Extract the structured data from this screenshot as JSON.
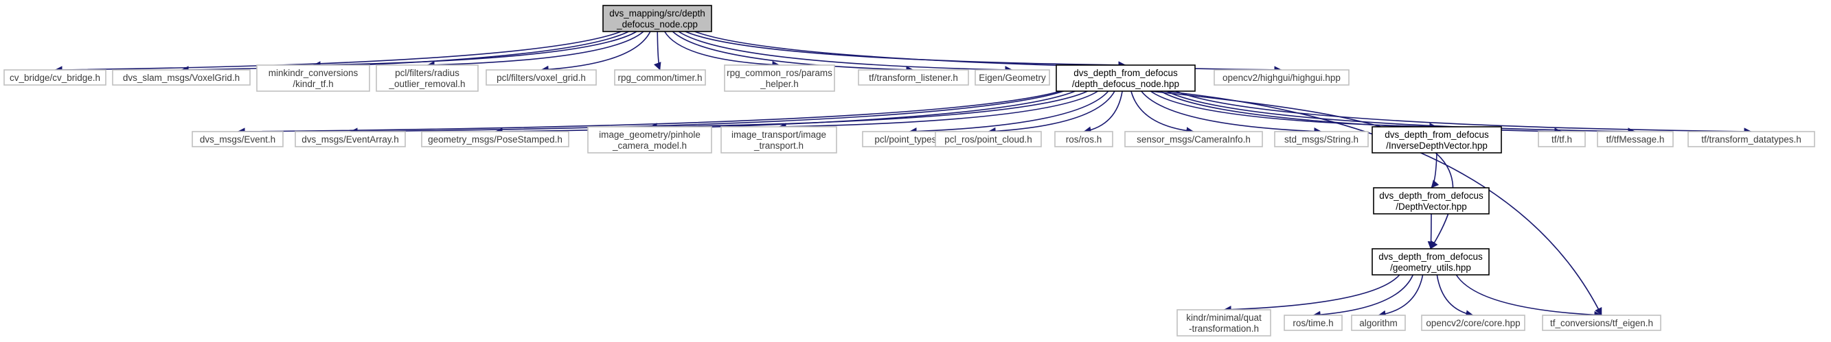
{
  "diagram": {
    "title": "",
    "colors": {
      "edge": "#191970",
      "root_fill": "#bfbfbf",
      "box_border_dark": "#000000",
      "box_border_light": "#bfbfbf",
      "text": "#3a3a3a"
    },
    "nodes": [
      {
        "id": "root",
        "lines": [
          "dvs_mapping/src/depth",
          "_defocus_node.cpp"
        ],
        "style": "root"
      },
      {
        "id": "cv_bridge",
        "lines": [
          "cv_bridge/cv_bridge.h"
        ],
        "style": "gray"
      },
      {
        "id": "voxelgrid",
        "lines": [
          "dvs_slam_msgs/VoxelGrid.h"
        ],
        "style": "gray"
      },
      {
        "id": "minkindr",
        "lines": [
          "minkindr_conversions",
          "/kindr_tf.h"
        ],
        "style": "gray"
      },
      {
        "id": "radius",
        "lines": [
          "pcl/filters/radius",
          "_outlier_removal.h"
        ],
        "style": "gray"
      },
      {
        "id": "voxel_grid",
        "lines": [
          "pcl/filters/voxel_grid.h"
        ],
        "style": "gray"
      },
      {
        "id": "timer",
        "lines": [
          "rpg_common/timer.h"
        ],
        "style": "gray"
      },
      {
        "id": "params",
        "lines": [
          "rpg_common_ros/params",
          "_helper.h"
        ],
        "style": "gray"
      },
      {
        "id": "tflistener",
        "lines": [
          "tf/transform_listener.h"
        ],
        "style": "gray"
      },
      {
        "id": "eigen",
        "lines": [
          "Eigen/Geometry"
        ],
        "style": "gray"
      },
      {
        "id": "node_hpp",
        "lines": [
          "dvs_depth_from_defocus",
          "/depth_defocus_node.hpp"
        ],
        "style": "black"
      },
      {
        "id": "highgui",
        "lines": [
          "opencv2/highgui/highgui.hpp"
        ],
        "style": "gray"
      },
      {
        "id": "event",
        "lines": [
          "dvs_msgs/Event.h"
        ],
        "style": "gray"
      },
      {
        "id": "eventarray",
        "lines": [
          "dvs_msgs/EventArray.h"
        ],
        "style": "gray"
      },
      {
        "id": "posestamped",
        "lines": [
          "geometry_msgs/PoseStamped.h"
        ],
        "style": "gray"
      },
      {
        "id": "pinhole",
        "lines": [
          "image_geometry/pinhole",
          "_camera_model.h"
        ],
        "style": "gray"
      },
      {
        "id": "imgtransport",
        "lines": [
          "image_transport/image",
          "_transport.h"
        ],
        "style": "gray"
      },
      {
        "id": "pointtypes",
        "lines": [
          "pcl/point_types.h"
        ],
        "style": "gray"
      },
      {
        "id": "pointcloud",
        "lines": [
          "pcl_ros/point_cloud.h"
        ],
        "style": "gray"
      },
      {
        "id": "ros",
        "lines": [
          "ros/ros.h"
        ],
        "style": "gray"
      },
      {
        "id": "camerainfo",
        "lines": [
          "sensor_msgs/CameraInfo.h"
        ],
        "style": "gray"
      },
      {
        "id": "stdstring",
        "lines": [
          "std_msgs/String.h"
        ],
        "style": "gray"
      },
      {
        "id": "invdepth",
        "lines": [
          "dvs_depth_from_defocus",
          "/InverseDepthVector.hpp"
        ],
        "style": "black"
      },
      {
        "id": "tf",
        "lines": [
          "tf/tf.h"
        ],
        "style": "gray"
      },
      {
        "id": "tfmessage",
        "lines": [
          "tf/tfMessage.h"
        ],
        "style": "gray"
      },
      {
        "id": "tfdatatypes",
        "lines": [
          "tf/transform_datatypes.h"
        ],
        "style": "gray"
      },
      {
        "id": "depthvec",
        "lines": [
          "dvs_depth_from_defocus",
          "/DepthVector.hpp"
        ],
        "style": "black"
      },
      {
        "id": "geomutils",
        "lines": [
          "dvs_depth_from_defocus",
          "/geometry_utils.hpp"
        ],
        "style": "black"
      },
      {
        "id": "kindrquat",
        "lines": [
          "kindr/minimal/quat",
          "-transformation.h"
        ],
        "style": "gray"
      },
      {
        "id": "rostime",
        "lines": [
          "ros/time.h"
        ],
        "style": "gray"
      },
      {
        "id": "algorithm",
        "lines": [
          "algorithm"
        ],
        "style": "gray"
      },
      {
        "id": "opencvcore",
        "lines": [
          "opencv2/core/core.hpp"
        ],
        "style": "gray"
      },
      {
        "id": "tfeigen",
        "lines": [
          "tf_conversions/tf_eigen.h"
        ],
        "style": "gray"
      }
    ],
    "edges": [
      [
        "root",
        "cv_bridge"
      ],
      [
        "root",
        "voxelgrid"
      ],
      [
        "root",
        "minkindr"
      ],
      [
        "root",
        "radius"
      ],
      [
        "root",
        "voxel_grid"
      ],
      [
        "root",
        "timer"
      ],
      [
        "root",
        "params"
      ],
      [
        "root",
        "tflistener"
      ],
      [
        "root",
        "eigen"
      ],
      [
        "root",
        "node_hpp"
      ],
      [
        "root",
        "highgui"
      ],
      [
        "node_hpp",
        "event"
      ],
      [
        "node_hpp",
        "eventarray"
      ],
      [
        "node_hpp",
        "posestamped"
      ],
      [
        "node_hpp",
        "pinhole"
      ],
      [
        "node_hpp",
        "imgtransport"
      ],
      [
        "node_hpp",
        "pointtypes"
      ],
      [
        "node_hpp",
        "pointcloud"
      ],
      [
        "node_hpp",
        "ros"
      ],
      [
        "node_hpp",
        "camerainfo"
      ],
      [
        "node_hpp",
        "stdstring"
      ],
      [
        "node_hpp",
        "invdepth"
      ],
      [
        "node_hpp",
        "geomutils"
      ],
      [
        "node_hpp",
        "tfeigen"
      ],
      [
        "node_hpp",
        "tf"
      ],
      [
        "node_hpp",
        "tfmessage"
      ],
      [
        "node_hpp",
        "tfdatatypes"
      ],
      [
        "invdepth",
        "depthvec"
      ],
      [
        "depthvec",
        "geomutils"
      ],
      [
        "geomutils",
        "kindrquat"
      ],
      [
        "geomutils",
        "rostime"
      ],
      [
        "geomutils",
        "algorithm"
      ],
      [
        "geomutils",
        "opencvcore"
      ],
      [
        "geomutils",
        "tfeigen"
      ]
    ]
  }
}
